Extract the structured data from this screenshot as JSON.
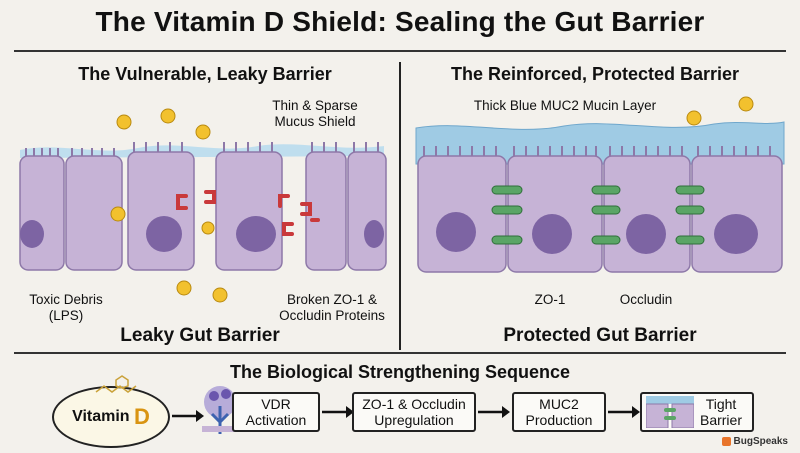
{
  "title": "The Vitamin D Shield: Sealing the Gut Barrier",
  "left_panel": {
    "heading": "The Vulnerable, Leaky Barrier",
    "mucus_label_1": "Thin & Sparse",
    "mucus_label_2": "Mucus Shield",
    "toxic_label_1": "Toxic Debris",
    "toxic_label_2": "(LPS)",
    "broken_label_1": "Broken ZO-1 &",
    "broken_label_2": "Occludin Proteins",
    "caption": "Leaky Gut Barrier"
  },
  "right_panel": {
    "heading": "The Reinforced, Protected Barrier",
    "mucus_label": "Thick Blue MUC2 Mucin Layer",
    "zo1_label": "ZO-1",
    "occludin_label": "Occludin",
    "caption": "Protected Gut Barrier"
  },
  "sequence": {
    "heading": "The Biological Strengthening Sequence",
    "vitamin_label": "Vitamin",
    "vitamin_letter": "D",
    "steps": [
      {
        "line1": "VDR",
        "line2": "Activation"
      },
      {
        "line1": "ZO-1 & Occludin",
        "line2": "Upregulation"
      },
      {
        "line1": "MUC2",
        "line2": "Production"
      },
      {
        "line1": "Tight",
        "line2": "Barrier"
      }
    ]
  },
  "brand": "BugSpeaks",
  "colors": {
    "cell": "#c6b3d6",
    "nucleus": "#7d64a3",
    "mucus": "#9fcbe4",
    "junction_broken": "#c9393b",
    "junction_tight": "#5aa566",
    "toxin": "#f2c12e"
  }
}
